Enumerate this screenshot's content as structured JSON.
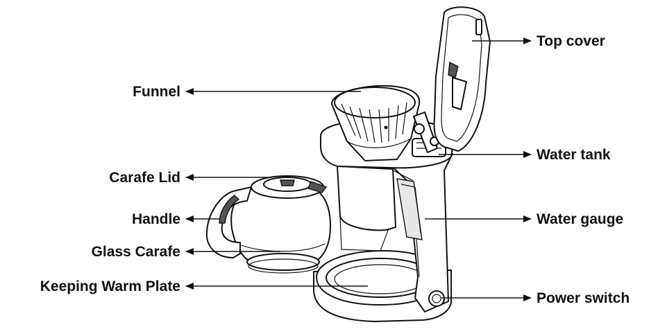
{
  "labels": {
    "top_cover": "Top cover",
    "funnel": "Funnel",
    "water_tank": "Water tank",
    "carafe_lid": "Carafe Lid",
    "handle": "Handle",
    "water_gauge": "Water gauge",
    "glass_carafe": "Glass Carafe",
    "keeping_warm_plate": "Keeping Warm Plate",
    "power_switch": "Power switch"
  }
}
